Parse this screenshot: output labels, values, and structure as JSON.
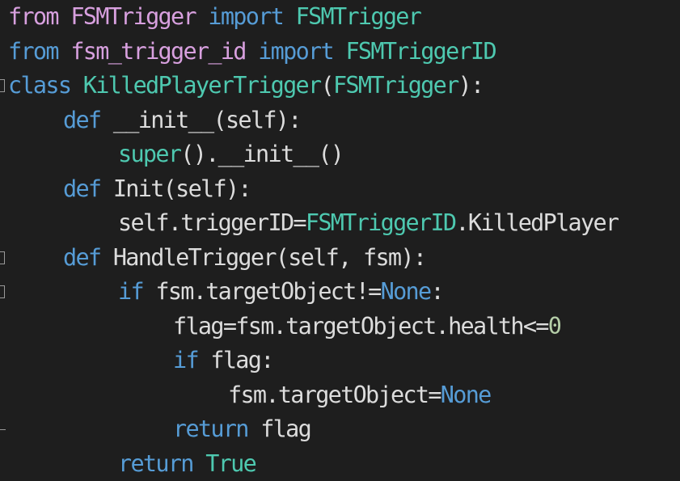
{
  "editor": {
    "lines": [
      {
        "indent": 0,
        "tokens": [
          {
            "t": "from",
            "c": "kw-pink"
          },
          {
            "t": " ",
            "c": "ident"
          },
          {
            "t": "FSMTrigger",
            "c": "kw-pink"
          },
          {
            "t": " ",
            "c": "ident"
          },
          {
            "t": "import",
            "c": "kw-blue"
          },
          {
            "t": " ",
            "c": "ident"
          },
          {
            "t": "FSMTrigger",
            "c": "type"
          }
        ]
      },
      {
        "indent": 0,
        "tokens": [
          {
            "t": "from",
            "c": "kw-blue"
          },
          {
            "t": " ",
            "c": "ident"
          },
          {
            "t": "fsm_trigger_id",
            "c": "kw-pink"
          },
          {
            "t": " ",
            "c": "ident"
          },
          {
            "t": "import",
            "c": "kw-blue"
          },
          {
            "t": " ",
            "c": "ident"
          },
          {
            "t": "FSMTriggerID",
            "c": "type"
          }
        ]
      },
      {
        "indent": 0,
        "tokens": [
          {
            "t": "class",
            "c": "kw-blue"
          },
          {
            "t": " ",
            "c": "ident"
          },
          {
            "t": "KilledPlayerTrigger",
            "c": "type"
          },
          {
            "t": "(",
            "c": "ident"
          },
          {
            "t": "FSMTrigger",
            "c": "type"
          },
          {
            "t": "):",
            "c": "ident"
          }
        ]
      },
      {
        "indent": 1,
        "tokens": [
          {
            "t": "def",
            "c": "kw-blue"
          },
          {
            "t": " __init__(self):",
            "c": "ident"
          }
        ]
      },
      {
        "indent": 2,
        "tokens": [
          {
            "t": "super",
            "c": "type"
          },
          {
            "t": "().__init__()",
            "c": "ident"
          }
        ]
      },
      {
        "indent": 1,
        "tokens": [
          {
            "t": "def",
            "c": "kw-blue"
          },
          {
            "t": " Init(self):",
            "c": "ident"
          }
        ]
      },
      {
        "indent": 2,
        "tokens": [
          {
            "t": "self.triggerID=",
            "c": "ident"
          },
          {
            "t": "FSMTriggerID",
            "c": "type"
          },
          {
            "t": ".KilledPlayer",
            "c": "ident"
          }
        ]
      },
      {
        "indent": 1,
        "tokens": [
          {
            "t": "def",
            "c": "kw-blue"
          },
          {
            "t": " HandleTrigger(self, fsm):",
            "c": "ident"
          }
        ]
      },
      {
        "indent": 2,
        "tokens": [
          {
            "t": "if",
            "c": "kw-blue"
          },
          {
            "t": " fsm.targetObject!=",
            "c": "ident"
          },
          {
            "t": "None",
            "c": "kw-blue"
          },
          {
            "t": ":",
            "c": "ident"
          }
        ]
      },
      {
        "indent": 3,
        "tokens": [
          {
            "t": "flag=fsm.targetObject.health<=",
            "c": "ident"
          },
          {
            "t": "0",
            "c": "num"
          }
        ]
      },
      {
        "indent": 3,
        "tokens": [
          {
            "t": "if",
            "c": "kw-blue"
          },
          {
            "t": " flag:",
            "c": "ident"
          }
        ]
      },
      {
        "indent": 4,
        "tokens": [
          {
            "t": "fsm.targetObject=",
            "c": "ident"
          },
          {
            "t": "None",
            "c": "kw-blue"
          }
        ]
      },
      {
        "indent": 3,
        "tokens": [
          {
            "t": "return",
            "c": "kw-blue"
          },
          {
            "t": " flag",
            "c": "ident"
          }
        ]
      },
      {
        "indent": 2,
        "tokens": [
          {
            "t": "return",
            "c": "kw-blue"
          },
          {
            "t": " ",
            "c": "ident"
          },
          {
            "t": "True",
            "c": "type"
          }
        ]
      }
    ],
    "fold_markers": [
      {
        "line": 2,
        "kind": "open"
      },
      {
        "line": 7,
        "kind": "open"
      },
      {
        "line": 8,
        "kind": "open"
      },
      {
        "line": 12,
        "kind": "end"
      }
    ],
    "colors": {
      "background": "#1e1e1e",
      "keyword_pink": "#d8a0df",
      "keyword_blue": "#569cd6",
      "type": "#4ec9b0",
      "identifier": "#dcdcdc",
      "number": "#b5cea8"
    }
  }
}
